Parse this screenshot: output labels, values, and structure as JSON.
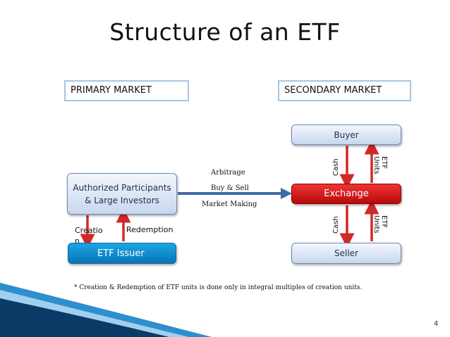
{
  "title": "Structure of an ETF",
  "markets": {
    "primary": "PRIMARY MARKET",
    "secondary": "SECONDARY MARKET"
  },
  "nodes": {
    "authorized": "Authorized Participants & Large Investors",
    "etf_issuer": "ETF Issuer",
    "buyer": "Buyer",
    "exchange": "Exchange",
    "seller": "Seller"
  },
  "flow_labels": {
    "arbitrage": "Arbitrage",
    "buy_sell": "Buy & Sell",
    "market_making": "Market Making",
    "creation": "Creation",
    "redemption": "Redemption",
    "cash_top": "Cash",
    "etf_units_top": "ETF Units",
    "cash_bottom": "Cash",
    "etf_units_bottom": "ETF Units"
  },
  "footnote": "* Creation & Redemption of ETF units is done only in integral multiples of creation units.",
  "page_number": "4",
  "colors": {
    "arrow_red": "#d32828",
    "arrow_blue": "#3f6aa8",
    "exchange_red": "#d41414",
    "issuer_blue": "#1590d2",
    "market_border": "#a9c6e4"
  }
}
